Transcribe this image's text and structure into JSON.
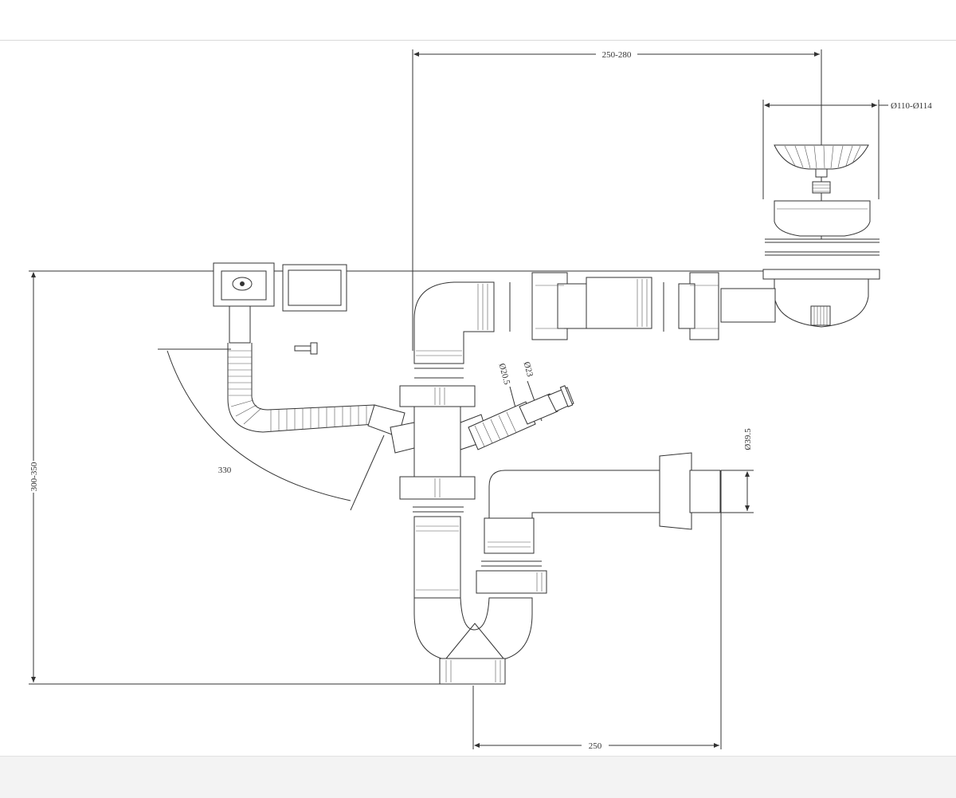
{
  "drawing": {
    "dimensions": {
      "top_span": "250-280",
      "strainer_diameter": "Ø110-Ø114",
      "height_range": "300-350",
      "swing_radius": "330",
      "bottom_span": "250",
      "outlet_diameter": "Ø39.5",
      "hose_diameter_a": "Ø20.5",
      "hose_diameter_b": "Ø23"
    }
  }
}
